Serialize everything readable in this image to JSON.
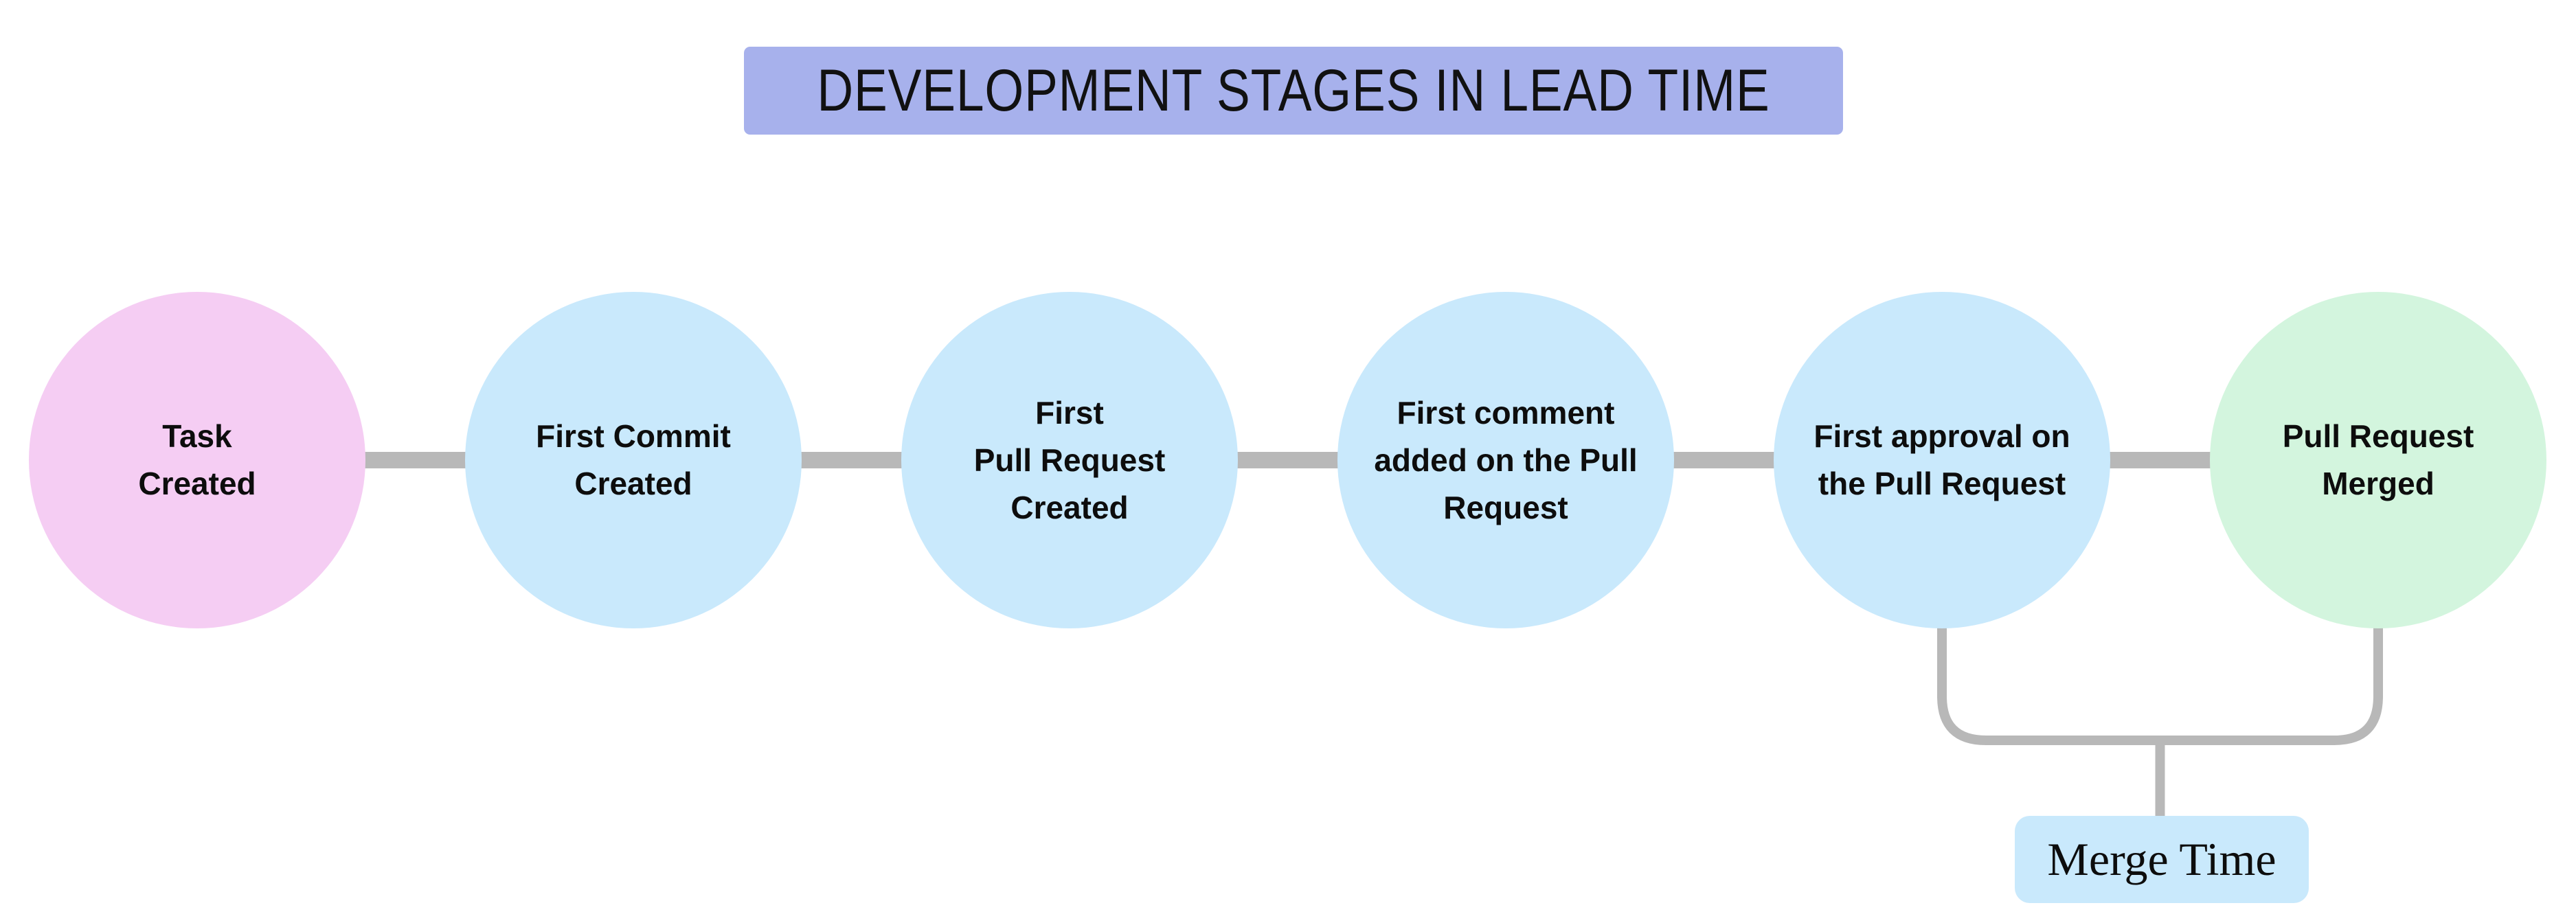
{
  "title": {
    "text": "DEVELOPMENT STAGES IN LEAD TIME",
    "bg": "#a7b1ec"
  },
  "stages": [
    {
      "id": "task-created",
      "lines": [
        "Task",
        "Created"
      ],
      "color": "#f5cdf3"
    },
    {
      "id": "first-commit-created",
      "lines": [
        "First Commit",
        "Created"
      ],
      "color": "#c9e9fc"
    },
    {
      "id": "first-pull-request-created",
      "lines": [
        "First",
        "Pull Request",
        "Created"
      ],
      "color": "#c9e9fc"
    },
    {
      "id": "first-comment-added",
      "lines": [
        "First comment",
        "added on the Pull",
        "Request"
      ],
      "color": "#c9e9fc"
    },
    {
      "id": "first-approval",
      "lines": [
        "First approval on",
        "the Pull Request"
      ],
      "color": "#c9e9fc"
    },
    {
      "id": "pull-request-merged",
      "lines": [
        "Pull Request",
        "Merged"
      ],
      "color": "#d3f5de"
    }
  ],
  "annotation": {
    "label": "Merge Time",
    "bg": "#c9e9fc",
    "spans": [
      "first-approval",
      "pull-request-merged"
    ]
  },
  "colors": {
    "connector": "#b8b8b8",
    "text": "#0d0d0d",
    "background": "#ffffff"
  }
}
